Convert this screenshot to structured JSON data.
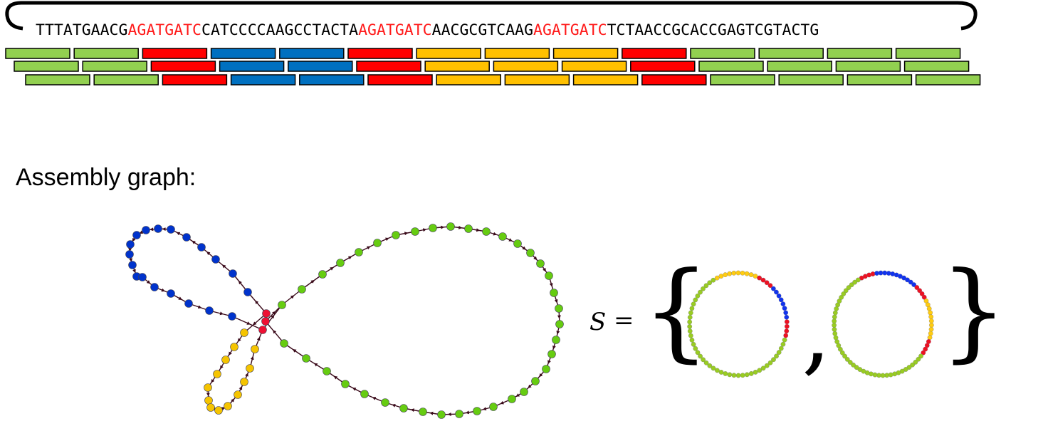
{
  "sequence": {
    "segments": [
      {
        "text": "TTTATGAACG",
        "highlight": false
      },
      {
        "text": "AGATGATC",
        "highlight": true
      },
      {
        "text": "CATCCCCAAGCCTACTA",
        "highlight": false
      },
      {
        "text": "AGATGATC",
        "highlight": true
      },
      {
        "text": "AACGCGTCAAG",
        "highlight": false
      },
      {
        "text": "AGATGATC",
        "highlight": true
      },
      {
        "text": "TCTAACCGCACCGAGTCGTACTG",
        "highlight": false
      }
    ]
  },
  "colors": {
    "green": "#92d050",
    "red": "#ff0000",
    "blue": "#0070c0",
    "yellow": "#ffc000",
    "node_blue": "#0033cc",
    "node_green": "#66cc11",
    "node_red": "#ee1133",
    "node_yellow": "#f5c400",
    "edge": "#3a0a1a",
    "highlight_text": "#ff1a1a"
  },
  "reads": {
    "rows": [
      [
        "green",
        "green",
        "red",
        "blue",
        "blue",
        "red",
        "yellow",
        "yellow",
        "yellow",
        "red",
        "green",
        "green",
        "green",
        "green"
      ],
      [
        "green",
        "green",
        "red",
        "blue",
        "blue",
        "red",
        "yellow",
        "yellow",
        "yellow",
        "red",
        "green",
        "green",
        "green",
        "green"
      ],
      [
        "green",
        "green",
        "red",
        "blue",
        "blue",
        "red",
        "yellow",
        "yellow",
        "yellow",
        "red",
        "green",
        "green",
        "green",
        "green"
      ]
    ]
  },
  "graph": {
    "title": "Assembly graph:"
  },
  "result": {
    "label": "S",
    "equals": "=",
    "brace_open": "{",
    "brace_close": "}",
    "separator": ",",
    "cycles": [
      {
        "segments": [
          {
            "color": "yellow",
            "count": 10
          },
          {
            "color": "red",
            "count": 4
          },
          {
            "color": "blue",
            "count": 8
          },
          {
            "color": "red",
            "count": 4
          },
          {
            "color": "green",
            "count": 44
          }
        ]
      },
      {
        "segments": [
          {
            "color": "red",
            "count": 4
          },
          {
            "color": "blue",
            "count": 11
          },
          {
            "color": "red",
            "count": 4
          },
          {
            "color": "yellow",
            "count": 10
          },
          {
            "color": "red",
            "count": 4
          },
          {
            "color": "green",
            "count": 44
          }
        ]
      }
    ]
  }
}
